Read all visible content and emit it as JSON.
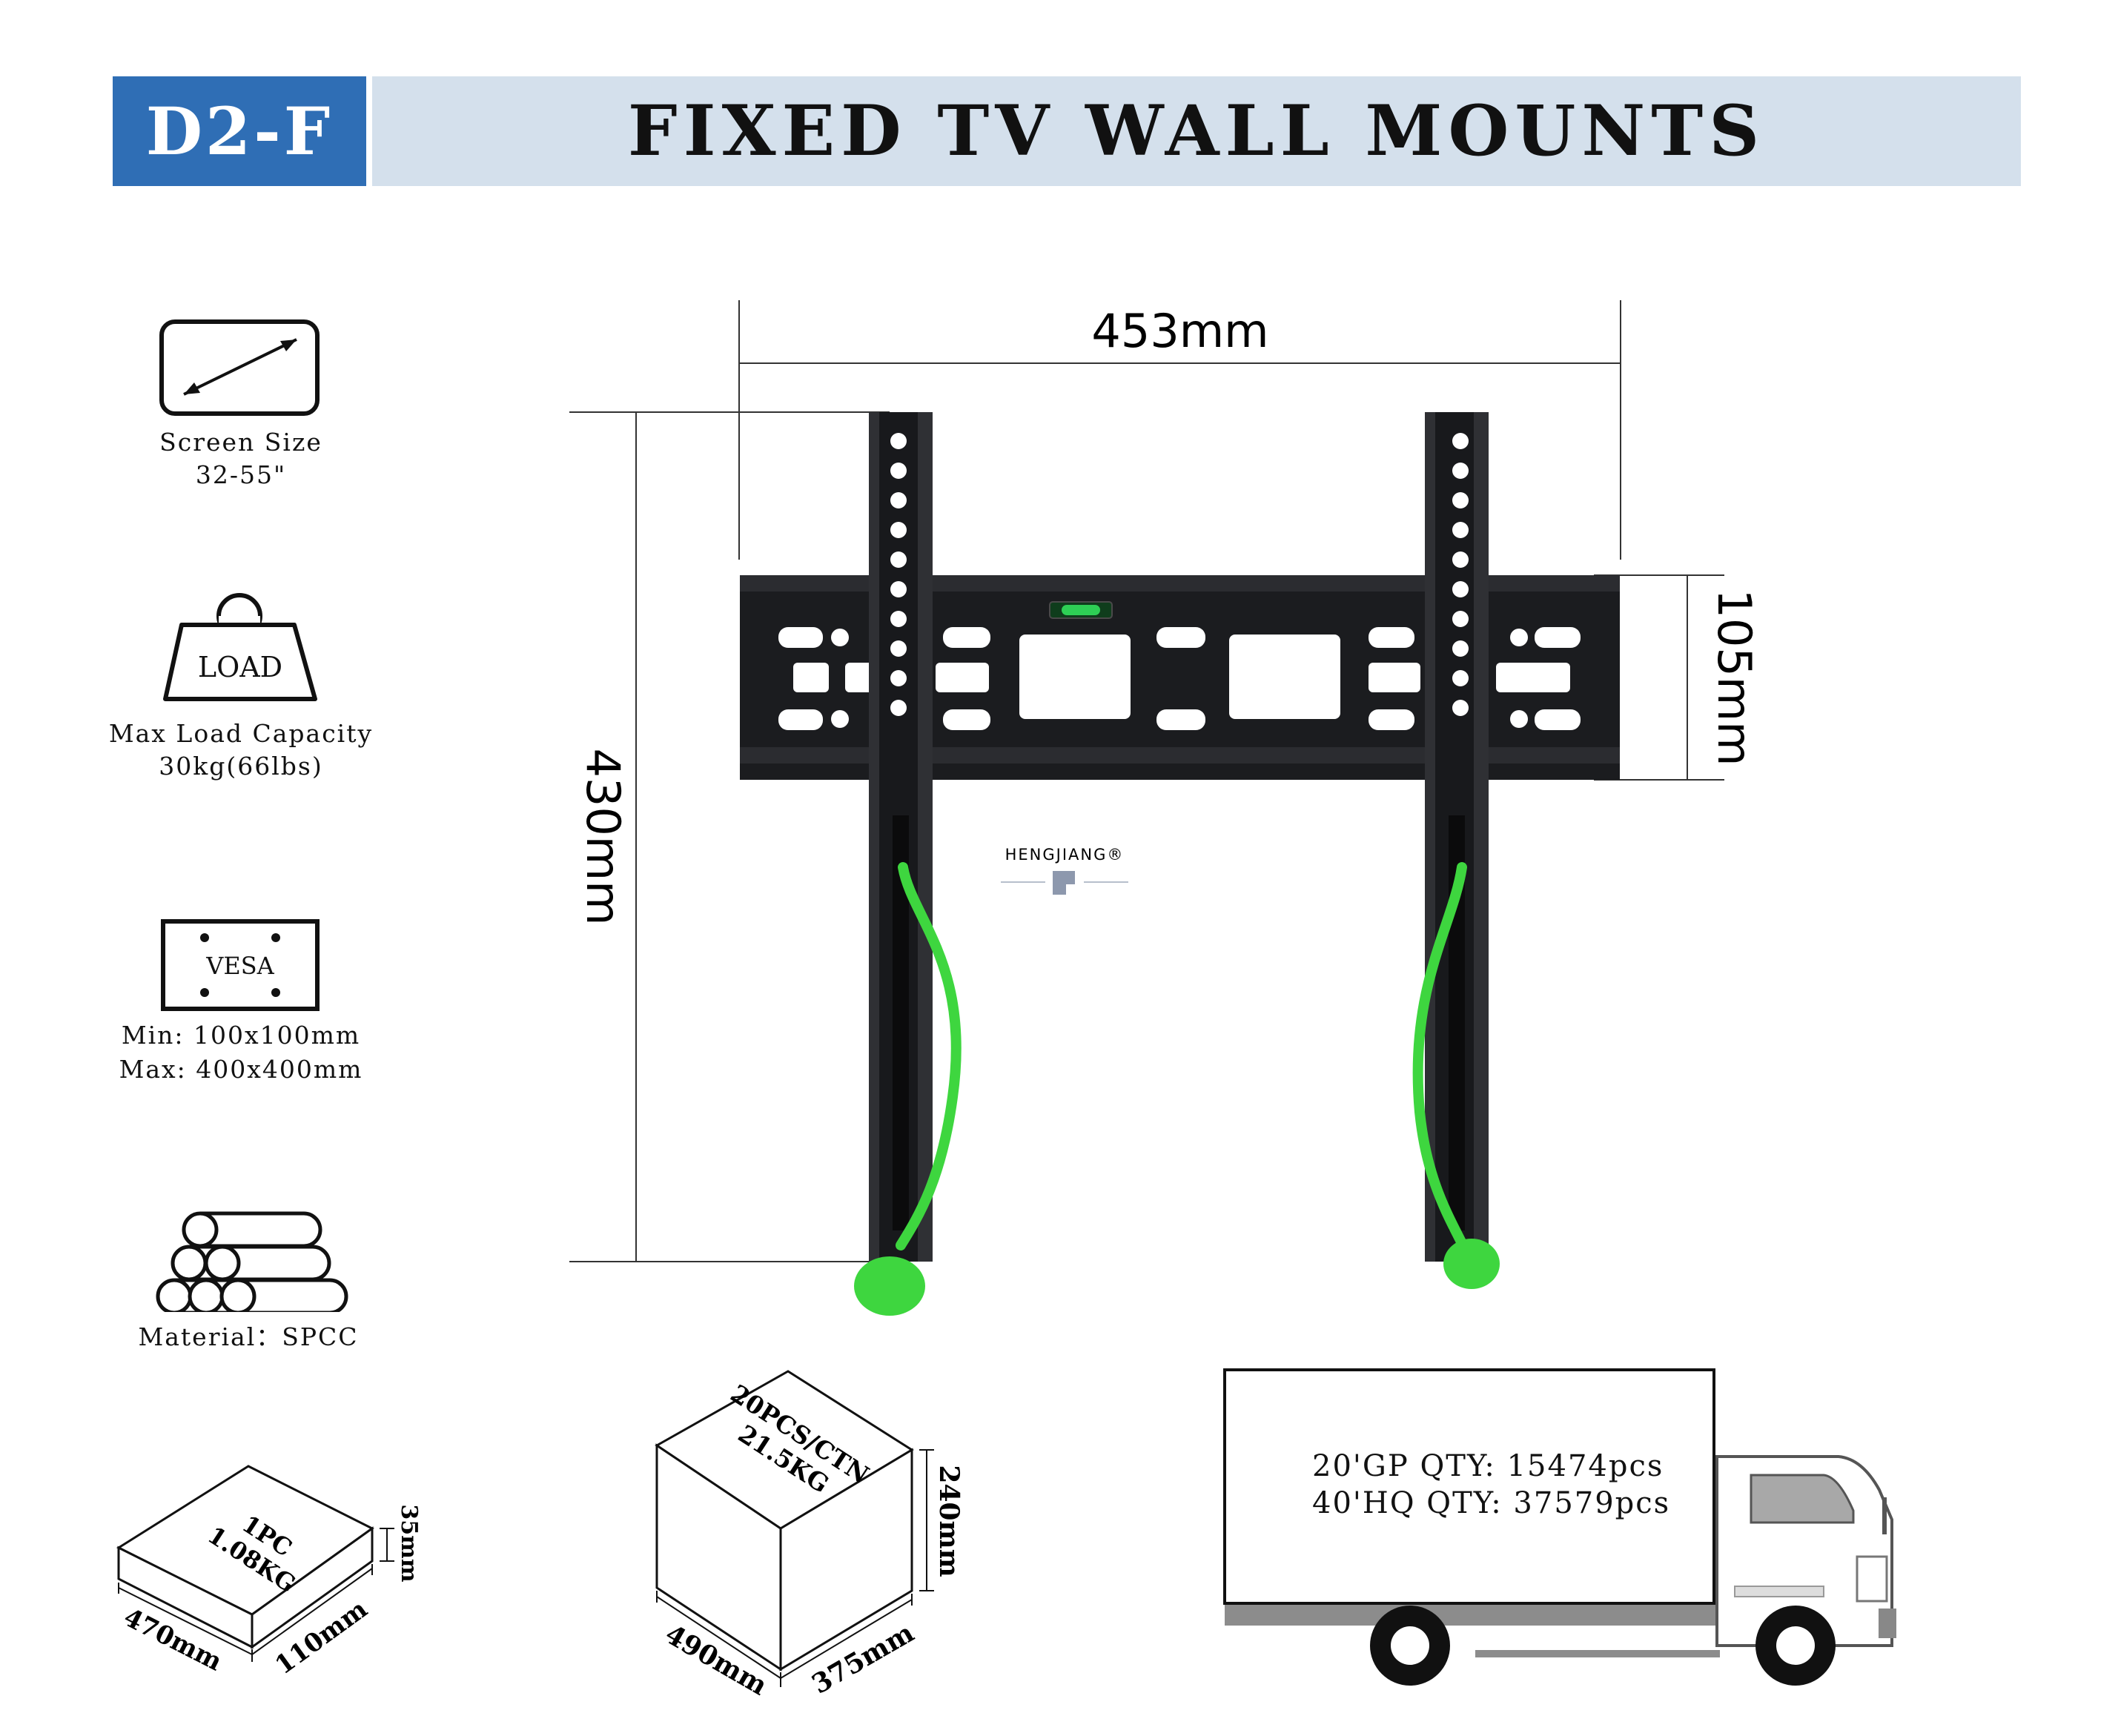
{
  "header": {
    "model_code": "D2-F",
    "title": "FIXED TV WALL MOUNTS",
    "model_box_color": "#2f6eb5",
    "title_bar_color": "#d4e0ec"
  },
  "specs": {
    "screen_size": {
      "icon": "screen-size-icon",
      "label": "Screen Size",
      "value": "32-55\""
    },
    "load": {
      "icon": "weight-icon",
      "icon_text": "LOAD",
      "label": "Max Load Capacity",
      "value": "30kg(66lbs)"
    },
    "vesa": {
      "icon": "vesa-pattern-icon",
      "icon_text": "VESA",
      "min": "Min: 100x100mm",
      "max": "Max: 400x400mm"
    },
    "material": {
      "icon": "steel-tubes-icon",
      "label": "Material：SPCC"
    }
  },
  "product": {
    "width": "453mm",
    "height": "430mm",
    "plate_height": "105mm",
    "watermark": "HENGJIANG®",
    "bracket_color": "#1b1c1f",
    "strap_color": "#3ed63f"
  },
  "single_package": {
    "pcs": "1PC",
    "weight": "1.08KG",
    "length": "470mm",
    "width": "110mm",
    "height": "35mm"
  },
  "carton": {
    "pcs": "20PCS/CTN",
    "weight": "21.5KG",
    "length": "490mm",
    "width": "375mm",
    "height": "240mm"
  },
  "shipping": {
    "gp20": "20'GP QTY: 15474pcs",
    "hq40": "40'HQ QTY: 37579pcs"
  }
}
